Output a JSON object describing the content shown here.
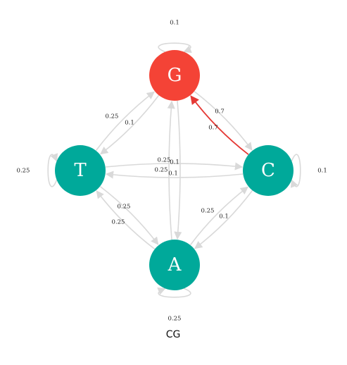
{
  "colors": {
    "node_default": "#00a99a",
    "node_highlight": "#f44336",
    "edge_default": "#d9d9d9",
    "edge_highlight": "#e53935"
  },
  "nodes": [
    {
      "id": "G",
      "label": "G",
      "highlight": true
    },
    {
      "id": "T",
      "label": "T",
      "highlight": false
    },
    {
      "id": "C",
      "label": "C",
      "highlight": false
    },
    {
      "id": "A",
      "label": "A",
      "highlight": false
    }
  ],
  "edges": [
    {
      "from": "G",
      "to": "G",
      "label": "0.1"
    },
    {
      "from": "T",
      "to": "T",
      "label": "0.25"
    },
    {
      "from": "C",
      "to": "C",
      "label": "0.1"
    },
    {
      "from": "A",
      "to": "A",
      "label": "0.25"
    },
    {
      "from": "T",
      "to": "G",
      "label": "0.25"
    },
    {
      "from": "G",
      "to": "T",
      "label": "0.1"
    },
    {
      "from": "G",
      "to": "C",
      "label": "0.7"
    },
    {
      "from": "C",
      "to": "G",
      "label": "0.7",
      "highlight": true
    },
    {
      "from": "T",
      "to": "C",
      "label": "0.25"
    },
    {
      "from": "C",
      "to": "T",
      "label": "0.1"
    },
    {
      "from": "A",
      "to": "G",
      "label": "0.25"
    },
    {
      "from": "G",
      "to": "A",
      "label": "0.1"
    },
    {
      "from": "A",
      "to": "T",
      "label": "0.25"
    },
    {
      "from": "T",
      "to": "A",
      "label": "0.25"
    },
    {
      "from": "A",
      "to": "C",
      "label": "0.25"
    },
    {
      "from": "C",
      "to": "A",
      "label": "0.1"
    }
  ],
  "caption": "CG"
}
